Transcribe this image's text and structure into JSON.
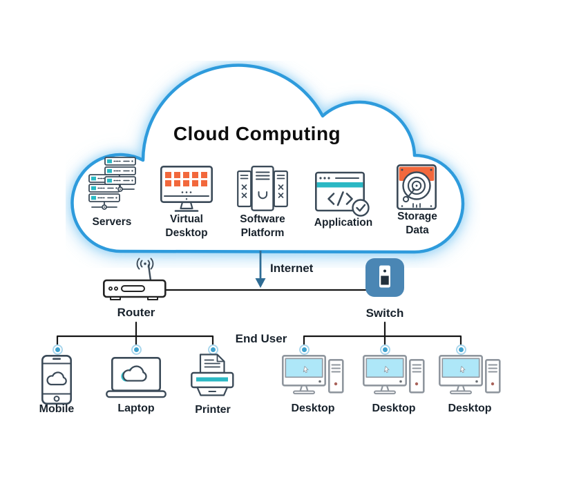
{
  "diagram": {
    "title": "Cloud Computing",
    "cloud_services": [
      {
        "label": "Servers"
      },
      {
        "label": "Virtual Desktop"
      },
      {
        "label": "Software Platform"
      },
      {
        "label": "Application"
      },
      {
        "label": "Storage Data"
      }
    ],
    "network": {
      "internet_label": "Internet",
      "router_label": "Router",
      "switch_label": "Switch",
      "end_user_label": "End User"
    },
    "end_devices": [
      {
        "label": "Mobile"
      },
      {
        "label": "Laptop"
      },
      {
        "label": "Printer"
      },
      {
        "label": "Desktop"
      },
      {
        "label": "Desktop"
      },
      {
        "label": "Desktop"
      }
    ],
    "colors": {
      "cloud_outline": "#2E9BDC",
      "cloud_glow": "#BFE3F7",
      "accent_teal": "#2BB8C4",
      "accent_orange": "#F2683C",
      "switch_blue": "#4A86B4",
      "arrow_blue": "#2F6C94",
      "line_black": "#151515",
      "icon_stroke": "#3B4A58",
      "desktop_gray": "#8F969E",
      "screen_blue": "#AEE7F8",
      "connector_dot_blue": "#3FA2CE"
    }
  }
}
